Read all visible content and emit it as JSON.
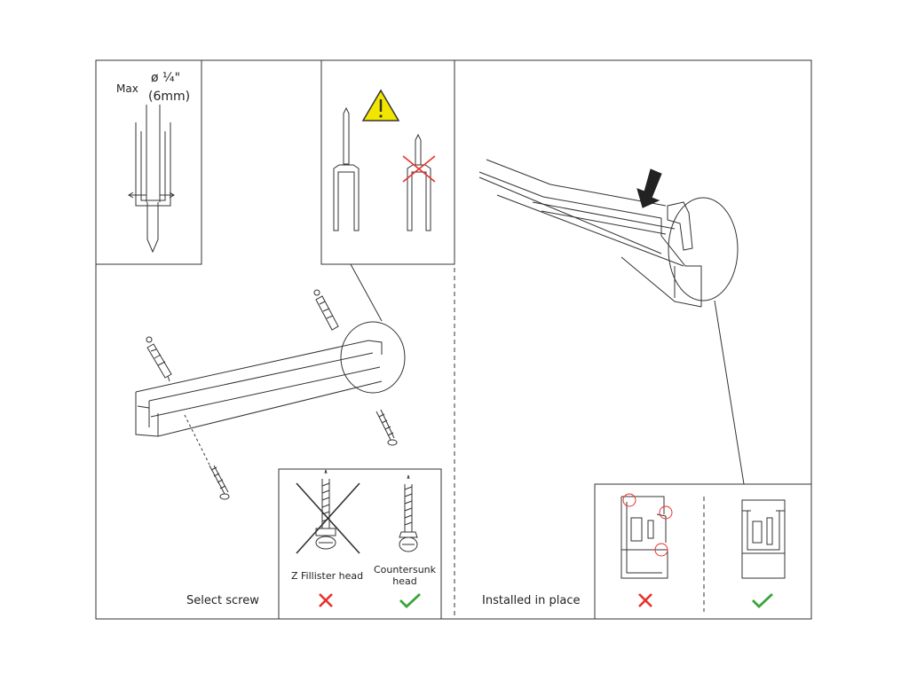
{
  "labels": {
    "max": "Max",
    "diameter": "ø ¼\"",
    "diameter_mm": "(6mm)",
    "select_screw": "Select screw",
    "installed_in_place": "Installed in place",
    "fillister_head": "Z Fillister head",
    "countersunk_head": "Countersunk head"
  },
  "icons": {
    "warning": "warning-triangle-icon",
    "wrong": "red-x-icon",
    "correct": "green-check-icon",
    "press_direction": "down-arrow-icon"
  },
  "colors": {
    "line": "#333333",
    "wrong": "#e8312b",
    "correct": "#3aa53a",
    "warning_fill": "#f2e600"
  }
}
